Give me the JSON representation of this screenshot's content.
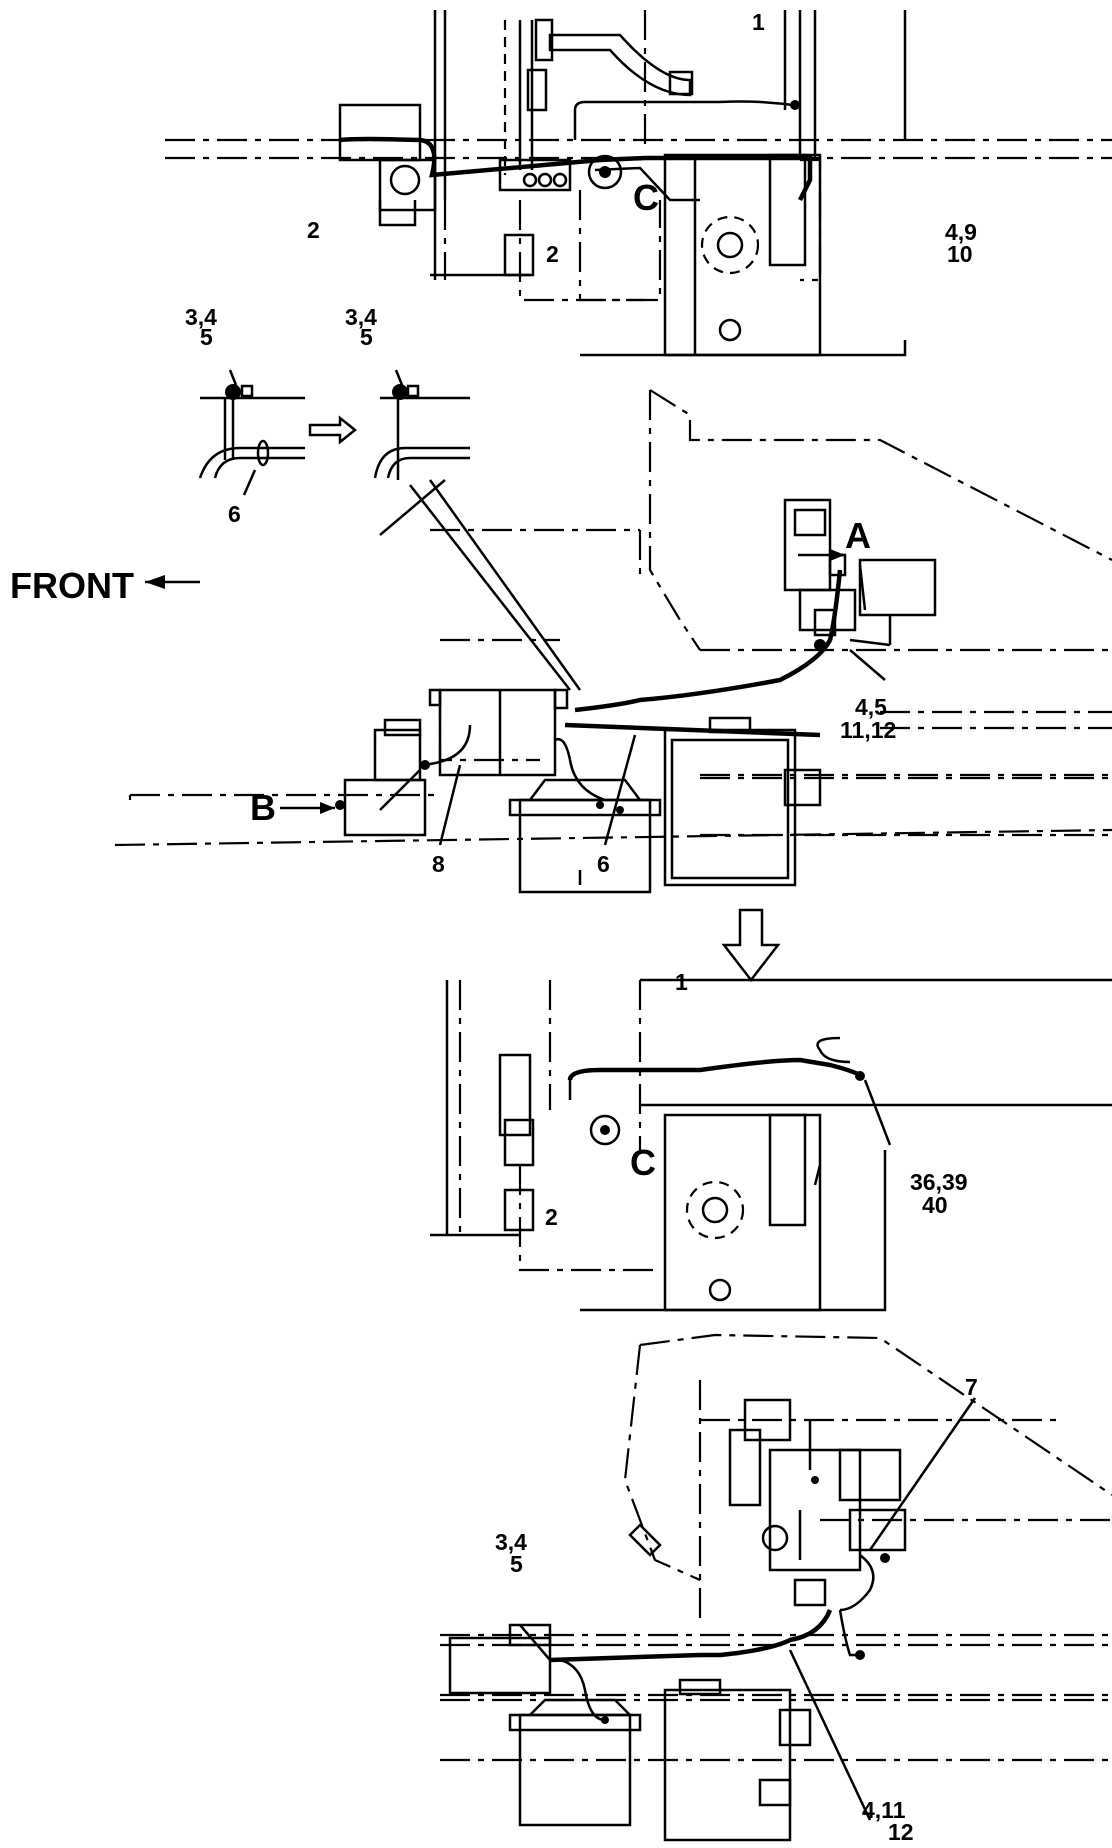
{
  "front_label": "FRONT",
  "views": {
    "top": {
      "labels": [
        "1",
        "2",
        "2",
        "4,9",
        "10"
      ],
      "view_letter": "C"
    },
    "detail": {
      "before_labels": [
        "3,4",
        "5",
        "6"
      ],
      "after_labels": [
        "3,4",
        "5"
      ]
    },
    "main": {
      "labels": [
        "4,5",
        "11,12",
        "8",
        "6"
      ],
      "view_a": "A",
      "view_b": "B"
    },
    "modified": {
      "labels": [
        "1",
        "2",
        "36,39",
        "40"
      ],
      "view_letter": "C"
    },
    "bottom": {
      "labels": [
        "7",
        "3,4",
        "5",
        "4,11",
        "12"
      ]
    }
  }
}
